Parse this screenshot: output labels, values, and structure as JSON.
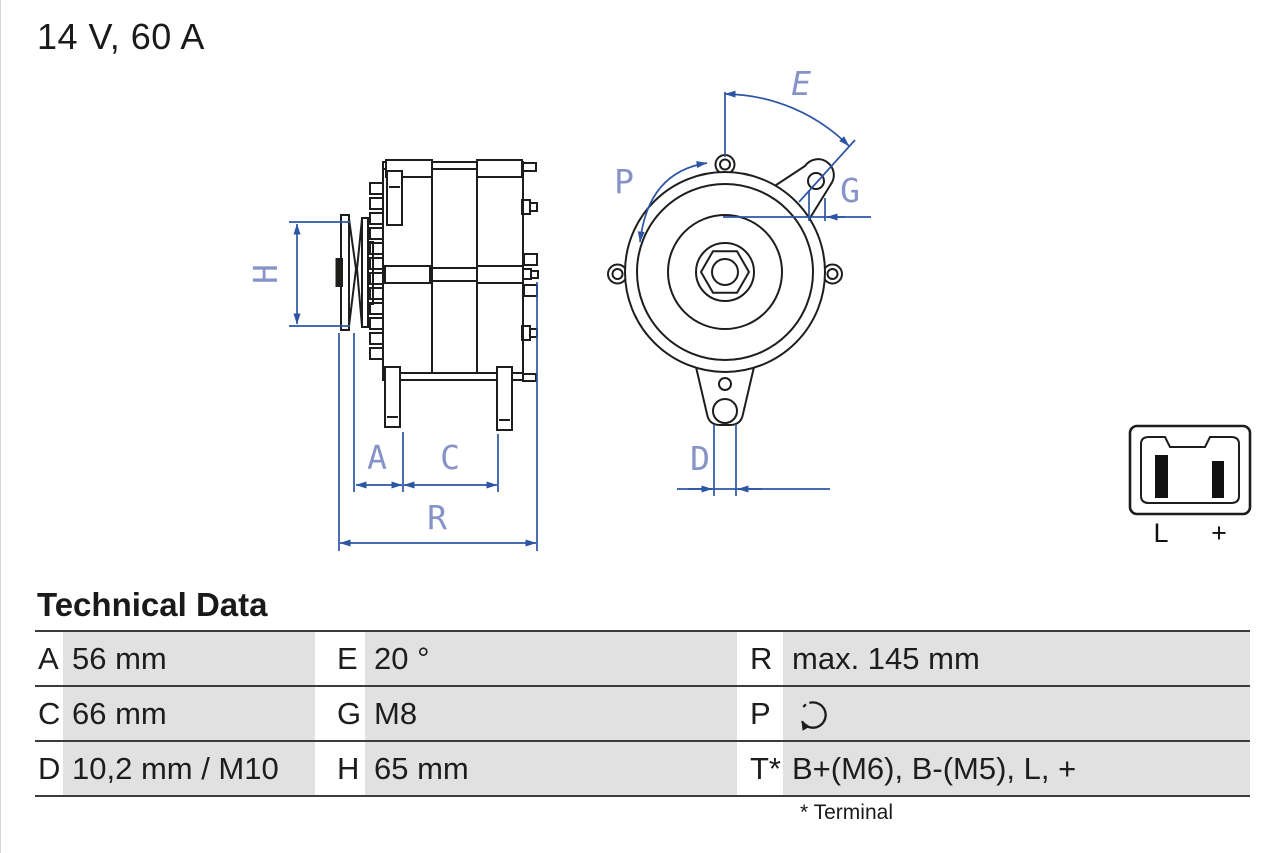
{
  "title": "14 V, 60 A",
  "colors": {
    "drawing_line": "#1d1d1b",
    "dimension_line": "#2d55a5",
    "dimension_label": "#8593c7",
    "table_value_bg": "#e1e1e1",
    "table_rule": "#3c3c3c"
  },
  "drawing": {
    "dimension_labels": {
      "A": "A",
      "C": "C",
      "R": "R",
      "H": "H",
      "E": "E",
      "P": "P",
      "G": "G",
      "D": "D"
    },
    "rotation_direction": "clockwise",
    "connector": {
      "pin_labels": [
        "L",
        "+"
      ]
    }
  },
  "technical_data": {
    "heading": "Technical Data",
    "rows": [
      [
        {
          "key": "A",
          "value": "56 mm"
        },
        {
          "key": "E",
          "value": "20 °"
        },
        {
          "key": "R",
          "value": "max. 145 mm"
        }
      ],
      [
        {
          "key": "C",
          "value": "66 mm"
        },
        {
          "key": "G",
          "value": "M8"
        },
        {
          "key": "P",
          "value": "",
          "icon": "rotation-direction-icon"
        }
      ],
      [
        {
          "key": "D",
          "value": "10,2 mm / M10"
        },
        {
          "key": "H",
          "value": "65 mm"
        },
        {
          "key": "T*",
          "value": "B+(M6), B-(M5), L, +"
        }
      ]
    ],
    "footnote": "* Terminal"
  }
}
